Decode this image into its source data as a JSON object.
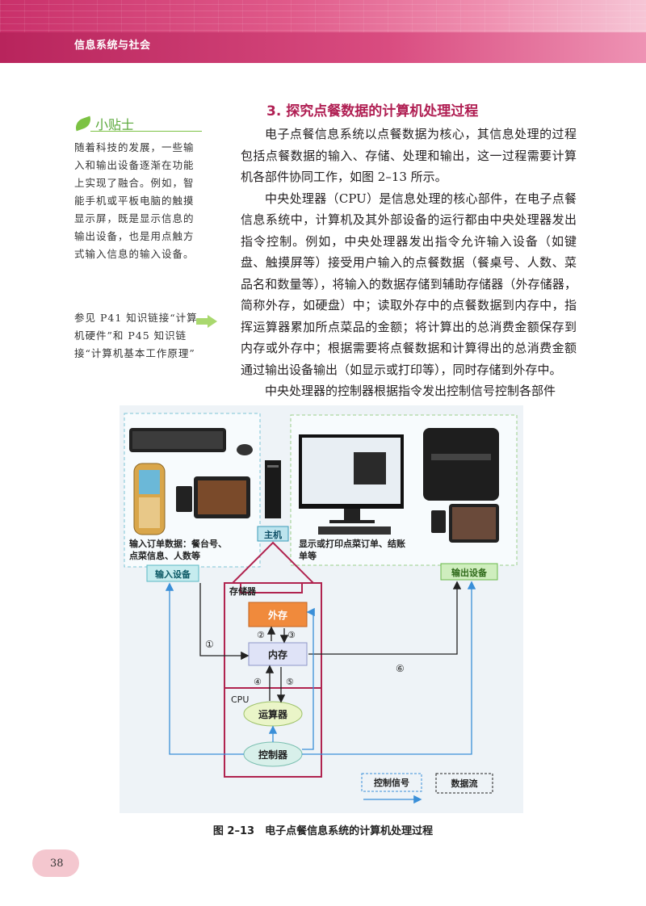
{
  "header": {
    "title": "信息系统与社会"
  },
  "section": {
    "title": "3. 探究点餐数据的计算机处理过程"
  },
  "sidebar": {
    "tip_title": "小贴士",
    "tip_text": "随着科技的发展，一些输入和输出设备逐渐在功能上实现了融合。例如，智能手机或平板电脑的触摸显示屏，既是显示信息的输出设备，也是用点触方式输入信息的输入设备。",
    "ref_text": "参见 P41 知识链接“计算机硬件”和 P45 知识链接“计算机基本工作原理”"
  },
  "body": {
    "p1": "电子点餐信息系统以点餐数据为核心，其信息处理的过程包括点餐数据的输入、存储、处理和输出，这一过程需要计算机各部件协同工作，如图 2–13 所示。",
    "p2": "中央处理器（CPU）是信息处理的核心部件，在电子点餐信息系统中，计算机及其外部设备的运行都由中央处理器发出指令控制。例如，中央处理器发出指令允许输入设备（如键盘、触摸屏等）接受用户输入的点餐数据（餐桌号、人数、菜品名和数量等），将输入的数据存储到辅助存储器（外存储器，简称外存，如硬盘）中；读取外存中的点餐数据到内存中，指挥运算器累加所点菜品的金额；将计算出的总消费金额保存到内存或外存中；根据需要将点餐数据和计算得出的总消费金额通过输出设备输出（如显示或打印等），同时存储到外存中。",
    "p3": "中央处理器的控制器根据指令发出控制信号控制各部件"
  },
  "diagram": {
    "input_caption_1": "输入订单数据：餐台号、",
    "input_caption_2": "点菜信息、人数等",
    "input_label": "输入设备",
    "host_label": "主机",
    "output_caption_1": "显示或打印点菜订单、结账",
    "output_caption_2": "单等",
    "output_label": "输出设备",
    "storage_label": "存储器",
    "external_label": "外存",
    "memory_label": "内存",
    "cpu_label": "CPU",
    "alu_label": "运算器",
    "controller_label": "控制器",
    "step1": "①",
    "step2": "②",
    "step3": "③",
    "step4": "④",
    "step5": "⑤",
    "step6": "⑥",
    "legend_control": "控制信号",
    "legend_data": "数据流"
  },
  "figure": {
    "caption": "图 2–13　电子点餐信息系统的计算机处理过程"
  },
  "page": {
    "number": "38"
  },
  "colors": {
    "accent": "#b01f53",
    "tip_green": "#7cc243",
    "control_blue": "#3a8fd8",
    "box_red": "#b0234f"
  }
}
